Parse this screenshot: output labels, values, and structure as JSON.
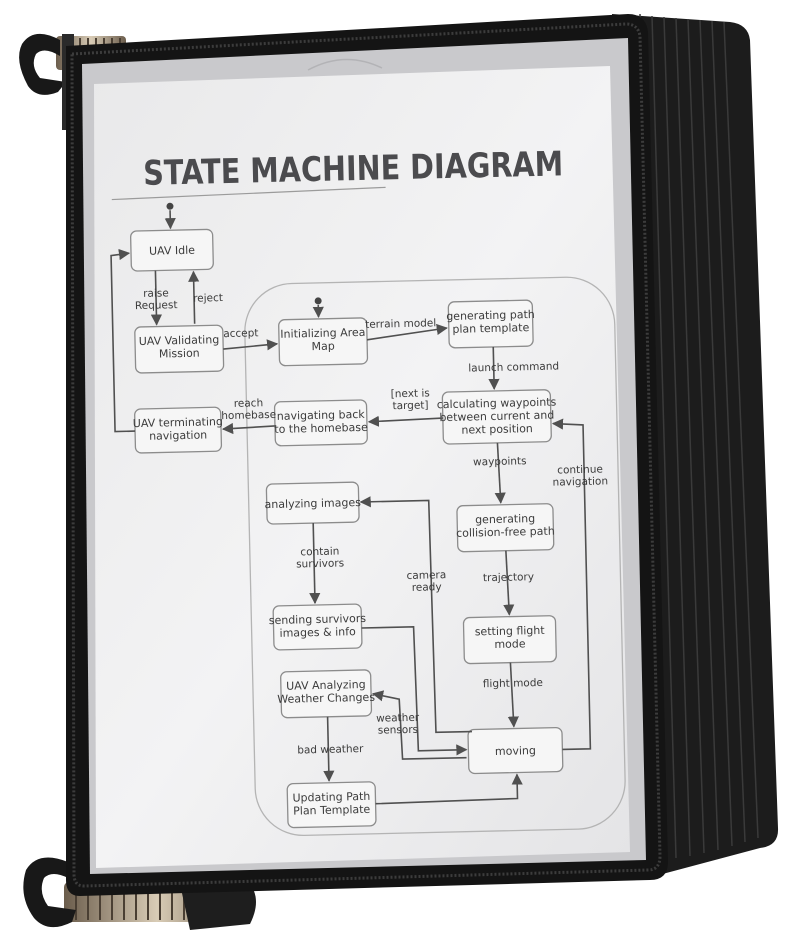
{
  "title": "STATE MACHINE DIAGRAM",
  "states": {
    "uav_idle": [
      "UAV Idle"
    ],
    "uav_validating": [
      "UAV Validating",
      "Mission"
    ],
    "uav_terminating": [
      "UAV terminating",
      "navigation"
    ],
    "initializing_map": [
      "Initializing Area",
      "Map"
    ],
    "generating_template": [
      "generating path",
      "plan template"
    ],
    "calculating_waypoints": [
      "calculating waypoints",
      "between current and",
      "next position"
    ],
    "navigating_back": [
      "navigating back",
      "to the homebase"
    ],
    "analyzing_images": [
      "analyzing images"
    ],
    "generating_collision_free": [
      "generating",
      "collision-free path"
    ],
    "sending_survivors": [
      "sending survivors",
      "images & info"
    ],
    "setting_flight_mode": [
      "setting flight",
      "mode"
    ],
    "analyzing_weather": [
      "UAV Analyzing",
      "Weather Changes"
    ],
    "moving": [
      "moving"
    ],
    "updating_template": [
      "Updating Path",
      "Plan Template"
    ]
  },
  "transitions": {
    "raise_request": [
      "raise",
      "Request"
    ],
    "reject": [
      "reject"
    ],
    "accept": [
      "accept"
    ],
    "terrain_model": [
      "terrain model"
    ],
    "launch_command": [
      "launch command"
    ],
    "next_is_target": [
      "[next is",
      "target]"
    ],
    "reach_homebase": [
      "reach",
      "homebase"
    ],
    "waypoints": [
      "waypoints"
    ],
    "continue_navigation": [
      "continue",
      "navigation"
    ],
    "contain_survivors": [
      "contain",
      "survivors"
    ],
    "camera_ready": [
      "camera",
      "ready"
    ],
    "trajectory": [
      "trajectory"
    ],
    "flight_mode": [
      "flight mode"
    ],
    "weather_sensors": [
      "weather",
      "sensors"
    ],
    "bad_weather": [
      "bad weather"
    ]
  }
}
